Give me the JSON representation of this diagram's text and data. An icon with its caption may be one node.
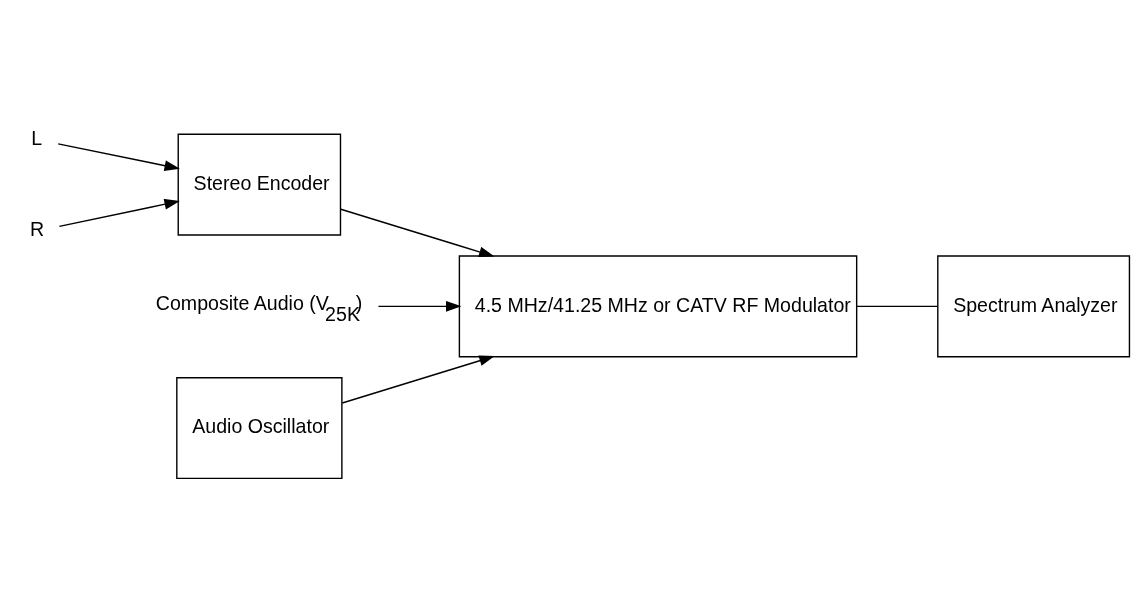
{
  "diagram": {
    "nodes": [
      {
        "text": [
          "L"
        ]
      },
      {
        "text": [
          "R"
        ]
      },
      {
        "text": [
          "Stereo Encoder"
        ]
      },
      {
        "text": [
          "Composite Audio (V$_{25K}$)"
        ]
      },
      {
        "text": [
          "Audio Oscillator"
        ]
      },
      {
        "text": [
          "4.5 MHz/41.25 MHz or CATV RF Modulator"
        ]
      },
      {
        "text": [
          "Spectrum Analyzer"
        ]
      }
    ],
    "edges": [
      {
        "from": 0,
        "to": 2,
        "arrow": "to"
      },
      {
        "from": 1,
        "to": 2,
        "arrow": "to"
      },
      {
        "from": 2,
        "to": 5,
        "arrow": "to"
      },
      {
        "from": 3,
        "to": 5,
        "arrow": "to"
      },
      {
        "from": 4,
        "to": 5,
        "arrow": "to"
      },
      {
        "from": 5,
        "to": 6,
        "arrow": "none"
      }
    ]
  }
}
